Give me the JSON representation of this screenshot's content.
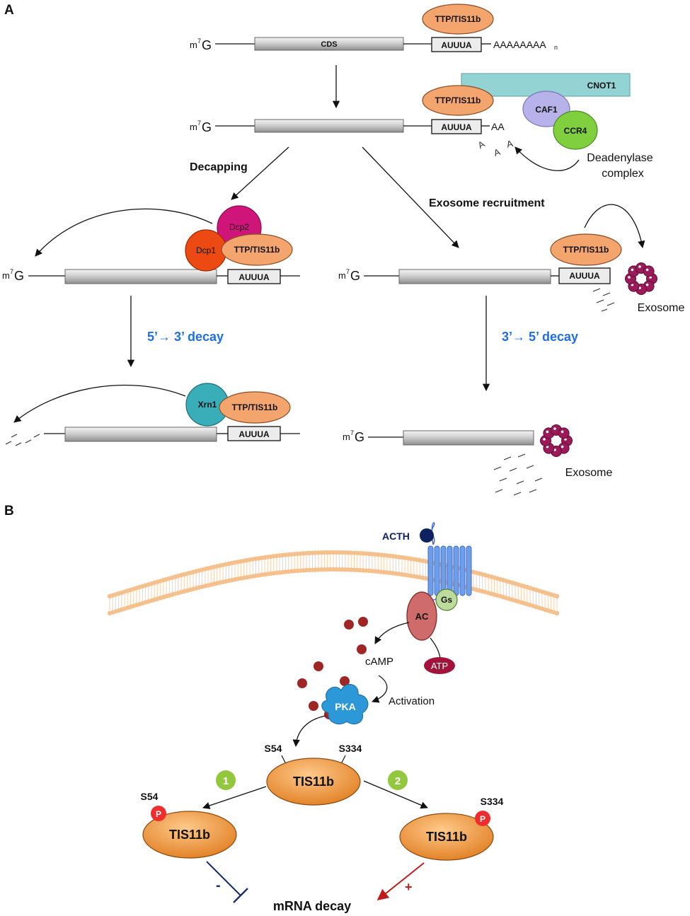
{
  "panels": {
    "a": "A",
    "b": "B"
  },
  "mrna": {
    "cap": "m",
    "cap_sup": "7",
    "cap_g": "G",
    "cds": "CDS",
    "are": "AUUUA",
    "polya_full": "AAAAAAAA",
    "polya_sub": "n",
    "polya_short": "AA",
    "a_letter": "A"
  },
  "proteins": {
    "ttp": "TTP/TIS11b",
    "cnot1": "CNOT1",
    "caf1": "CAF1",
    "ccr4": "CCR4",
    "deadenylase_line1": "Deadenylase",
    "deadenylase_line2": "complex",
    "dcp1": "Dcp1",
    "dcp2": "Dcp2",
    "xrn1": "Xrn1",
    "exosome": "Exosome"
  },
  "steps": {
    "decapping": "Decapping",
    "exosome_recruitment": "Exosome recruitment",
    "decay_53": "5’→ 3’ decay",
    "decay_35": "3’→ 5’ decay"
  },
  "signaling": {
    "acth": "ACTH",
    "gs": "Gs",
    "ac": "AC",
    "atp": "ATP",
    "camp": "cAMP",
    "pka": "PKA",
    "activation": "Activation",
    "s54": "S54",
    "s334": "S334",
    "tis11b": "TIS11b",
    "phospho": "P",
    "path1": "1",
    "path2": "2",
    "minus": "-",
    "plus": "+",
    "mrna_decay": "mRNA decay"
  },
  "colors": {
    "ttp": "#f4a56e",
    "cnot1": "#93d3d3",
    "caf1": "#b7b3ea",
    "ccr4": "#7fcf3e",
    "dcp1": "#ec4a12",
    "dcp2": "#d0157a",
    "xrn1": "#3aaeb8",
    "exosome": "#9c1a5a",
    "decay_blue": "#1f6fe0",
    "membrane": "#f6c08c",
    "receptor": "#6f9ee8",
    "acth": "#0f2260",
    "ac": "#cf6b6b",
    "gs": "#bcdc9c",
    "camp": "#a02626",
    "atp": "#a3123a",
    "pka": "#2c98d8",
    "tis11b": "#e9913a",
    "phospho": "#ee2d2d",
    "badge": "#93c83e",
    "inhibit": "#1a2e6c",
    "activate": "#c01c1c"
  }
}
